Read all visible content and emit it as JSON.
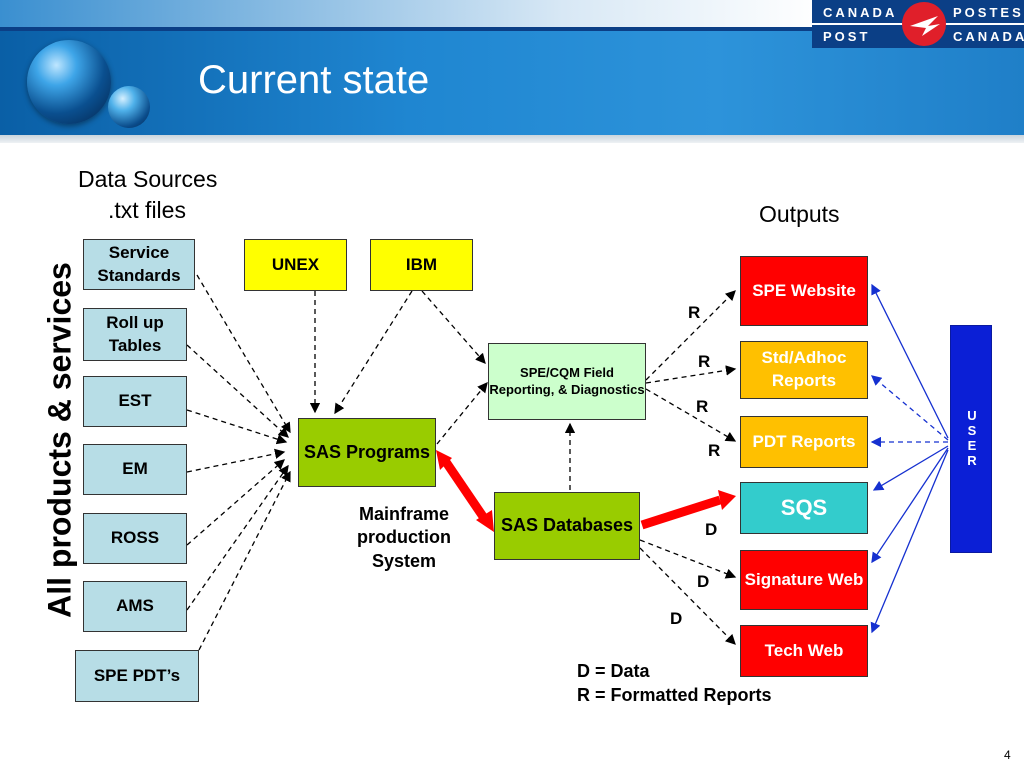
{
  "header": {
    "title": "Current state",
    "logo": {
      "line1_left": "CANADA",
      "line1_right": "POSTES",
      "line2_left": "POST",
      "line2_right": "CANADA"
    }
  },
  "labels": {
    "data_sources_line1": "Data Sources",
    "data_sources_line2": ".txt files",
    "outputs": "Outputs",
    "vertical": "All products & services",
    "mainframe": "Mainframe production System",
    "legend_d": "D = Data",
    "legend_r": "R = Formatted Reports",
    "page_number": "4"
  },
  "sources": [
    "Service Standards",
    "Roll up Tables",
    "EST",
    "EM",
    "ROSS",
    "AMS",
    "SPE PDT’s"
  ],
  "systems": {
    "unex": "UNEX",
    "ibm": "IBM",
    "sas_programs": "SAS Programs",
    "sas_databases": "SAS Databases",
    "spe_cqm": "SPE/CQM Field Reporting, & Diagnostics"
  },
  "outputs": [
    {
      "label": "SPE Website",
      "color": "#ff0000"
    },
    {
      "label": "Std/Adhoc Reports",
      "color": "#ffc000"
    },
    {
      "label": "PDT Reports",
      "color": "#ffc000"
    },
    {
      "label": "SQS",
      "color": "#33cccc"
    },
    {
      "label": "Signature Web",
      "color": "#ff0000"
    },
    {
      "label": "Tech Web",
      "color": "#ff0000"
    }
  ],
  "edge_labels": {
    "r1": "R",
    "r2": "R",
    "r3": "R",
    "r4": "R",
    "d1": "D",
    "d2": "D",
    "d3": "D"
  },
  "user_letters": [
    "U",
    "S",
    "E",
    "R"
  ]
}
